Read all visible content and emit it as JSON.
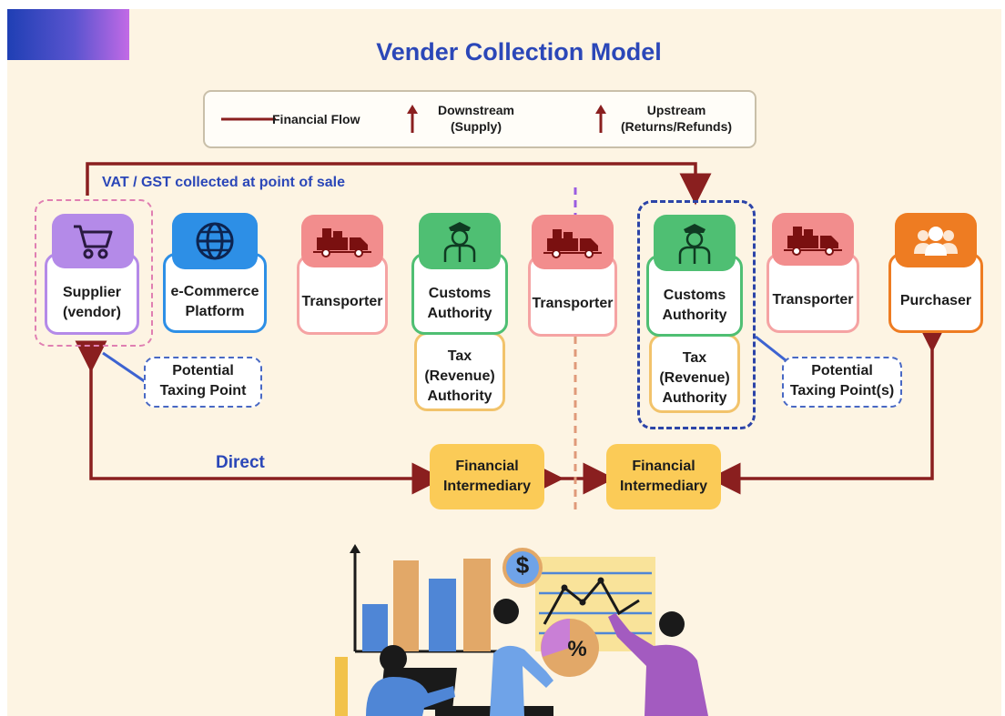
{
  "title": "Vender Collection Model",
  "legend": {
    "financial_flow": "Financial Flow",
    "downstream_line1": "Downstream",
    "downstream_line2": "(Supply)",
    "upstream_line1": "Upstream",
    "upstream_line2": "(Returns/Refunds)"
  },
  "top_flow_label": "VAT / GST collected at point of sale",
  "direct_label": "Direct",
  "nodes": {
    "supplier": {
      "line1": "Supplier",
      "line2": "(vendor)",
      "icon": "shopping-cart-icon"
    },
    "ecommerce": {
      "line1": "e-Commerce",
      "line2": "Platform",
      "icon": "globe-icon"
    },
    "transporter1": {
      "label": "Transporter",
      "icon": "truck-icon"
    },
    "customs1": {
      "line1": "Customs",
      "line2": "Authority",
      "icon": "customs-officer-icon"
    },
    "tax1": {
      "line1": "Tax",
      "line2": "(Revenue)",
      "line3": "Authority"
    },
    "transporter2": {
      "label": "Transporter",
      "icon": "truck-icon"
    },
    "customs2": {
      "line1": "Customs",
      "line2": "Authority",
      "icon": "customs-officer-icon"
    },
    "tax2": {
      "line1": "Tax",
      "line2": "(Revenue)",
      "line3": "Authority"
    },
    "transporter3": {
      "label": "Transporter",
      "icon": "truck-icon"
    },
    "purchaser": {
      "label": "Purchaser",
      "icon": "people-group-icon"
    }
  },
  "notes": {
    "left_line1": "Potential",
    "left_line2": "Taxing Point",
    "right_line1": "Potential",
    "right_line2": "Taxing Point(s)"
  },
  "intermediaries": {
    "left_line1": "Financial",
    "left_line2": "Intermediary",
    "right_line1": "Financial",
    "right_line2": "Intermediary"
  },
  "illustration": {
    "dollar_symbol": "$",
    "percent_symbol": "%"
  },
  "colors": {
    "title_blue": "#2b47b8",
    "flow_red": "#8a1f1f",
    "supplier_purple": "#b48ae8",
    "globe_blue": "#2d8fe6",
    "truck_pink": "#f28d8d",
    "customs_green": "#4fbf73",
    "purchaser_orange": "#ee7c22",
    "intermediary_yellow": "#fbcb57"
  }
}
